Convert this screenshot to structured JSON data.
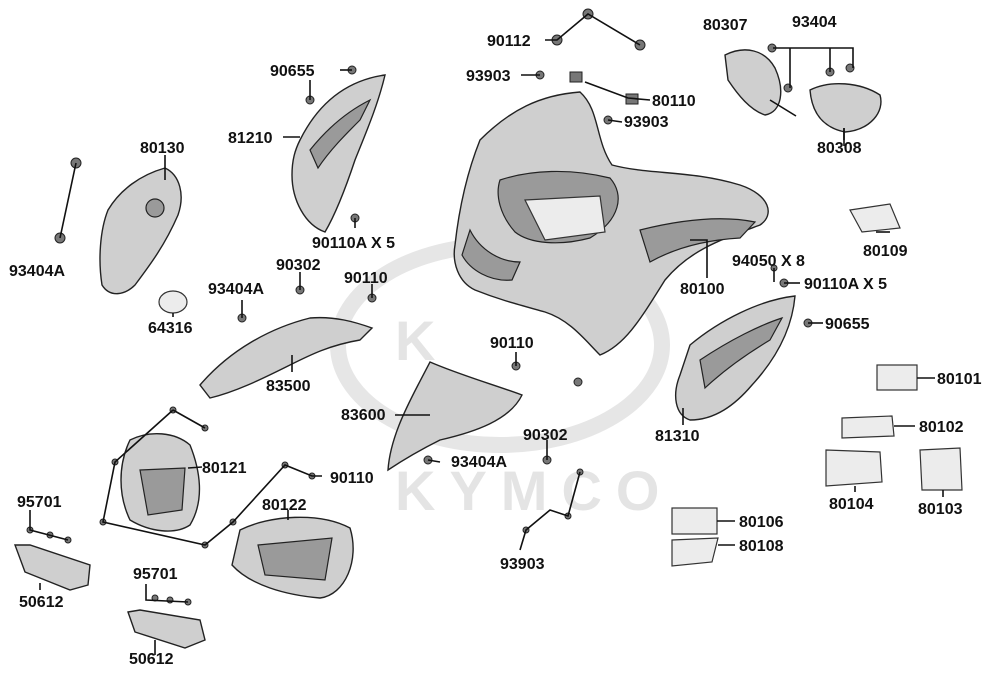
{
  "labels": {
    "l90112": "90112",
    "l80307": "80307",
    "l93404": "93404",
    "l90655a": "90655",
    "l93903a": "93903",
    "l80110": "80110",
    "l93903b": "93903",
    "l80130": "80130",
    "l81210": "81210",
    "l80308": "80308",
    "l80109": "80109",
    "l93404Aa": "93404A",
    "l90110Aa": "90110A X 5",
    "l94050": "94050 X 8",
    "l90302a": "90302",
    "l90110a": "90110",
    "l80100": "80100",
    "l90110Ab": "90110A X 5",
    "l93404Ab": "93404A",
    "l64316": "64316",
    "l90655b": "90655",
    "l83500": "83500",
    "l90110b": "90110",
    "l80101": "80101",
    "l83600": "83600",
    "l81310": "81310",
    "l80102": "80102",
    "l90302b": "90302",
    "l80121": "80121",
    "l93404Ac": "93404A",
    "l90110c": "90110",
    "l80104": "80104",
    "l80103": "80103",
    "l95701a": "95701",
    "l80122": "80122",
    "l80106": "80106",
    "l80108": "80108",
    "l93903c": "93903",
    "l95701b": "95701",
    "l50612a": "50612",
    "l50612b": "50612"
  },
  "watermark": {
    "logo_text": "KYMCO",
    "logo_mark": "K"
  }
}
